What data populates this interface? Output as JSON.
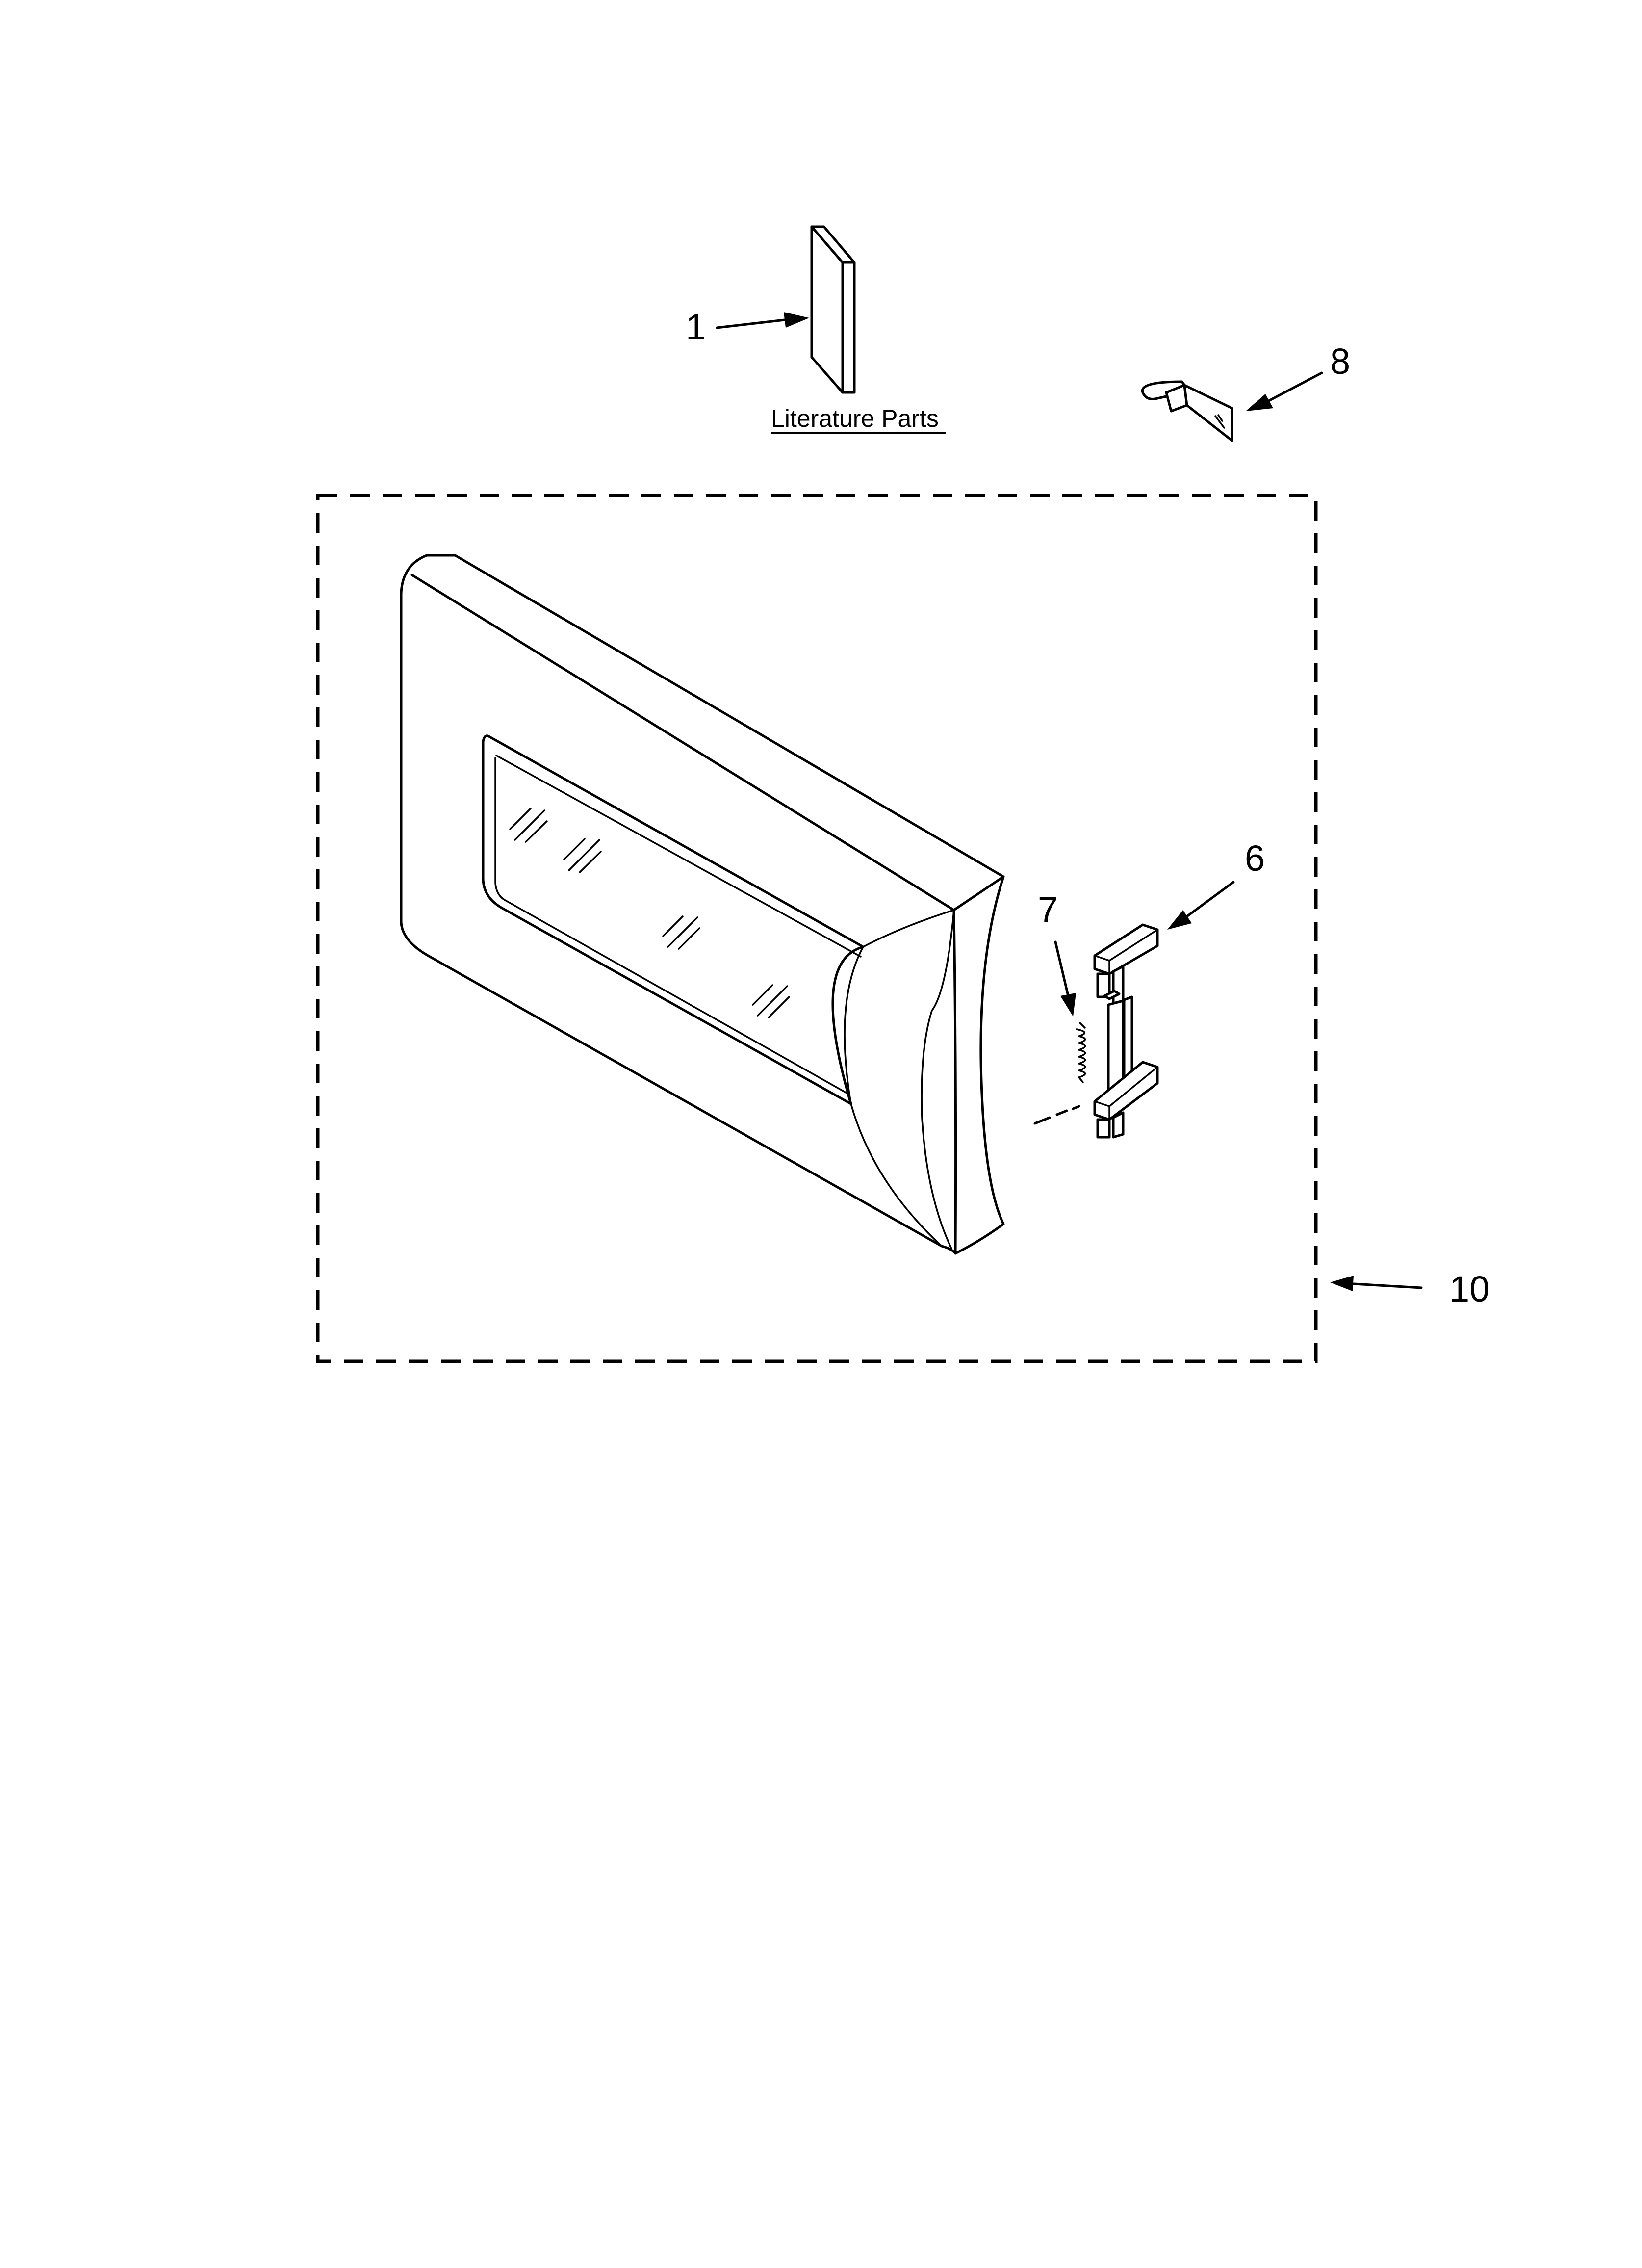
{
  "diagram": {
    "literature_caption": "Literature Parts",
    "callouts": {
      "literature": "1",
      "clip": "8",
      "latch": "6",
      "spring": "7",
      "door_assembly": "10"
    },
    "icons": {
      "literature": "literature-booklet-icon",
      "clip": "hinge-clip-icon",
      "door": "microwave-door-icon",
      "spring": "spring-icon",
      "latch": "door-latch-icon"
    }
  }
}
